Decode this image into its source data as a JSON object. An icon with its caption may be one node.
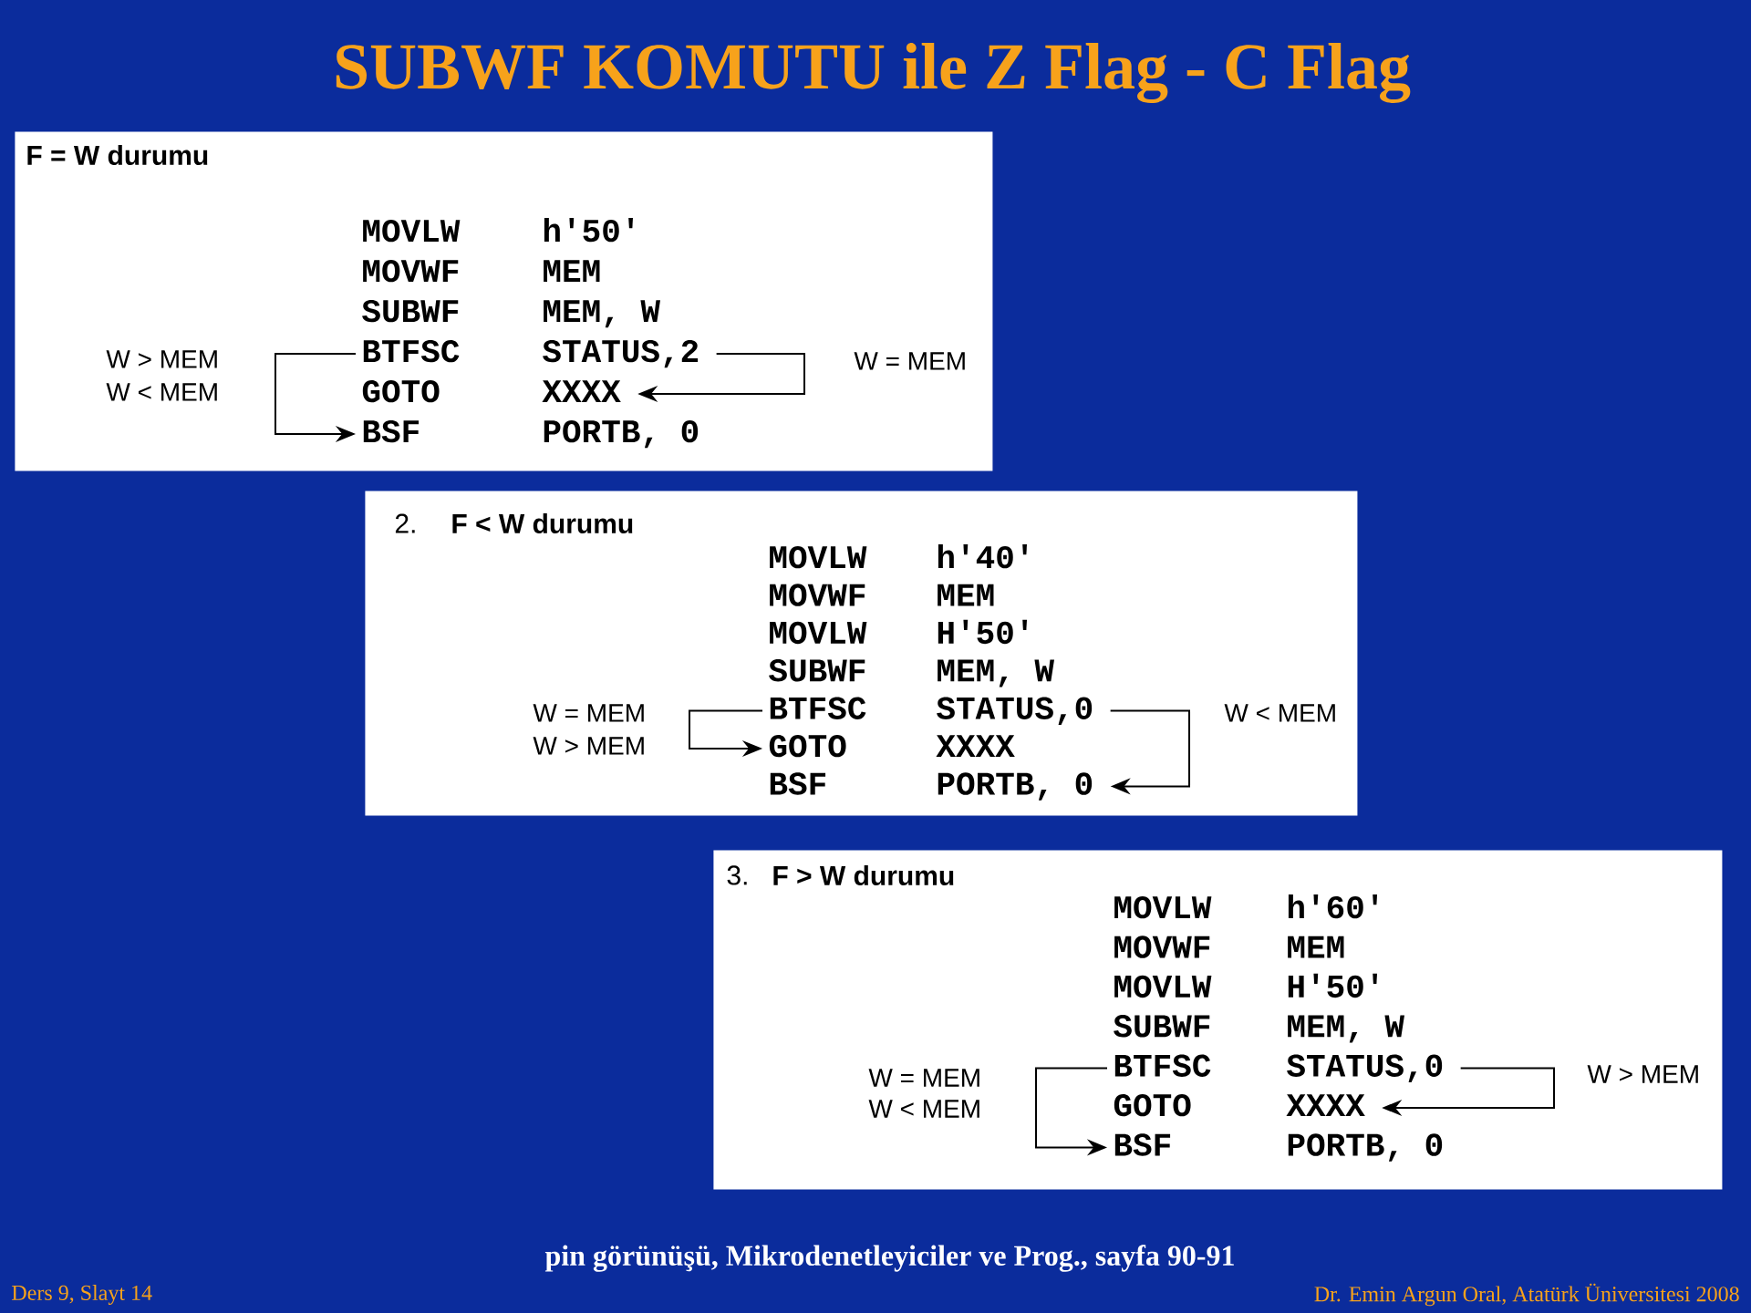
{
  "diagram": {
    "title": "SUBWF KOMUTU ile Z Flag - C Flag",
    "caption": "pin görünüşü, Mikrodenetleyiciler ve Prog., sayfa 90-91",
    "nodes": [
      {
        "text": [
          "F = W durumu"
        ]
      },
      {
        "text": [
          "MOVLW",
          "h'50'"
        ],
        "in": 0
      },
      {
        "text": [
          "MOVWF",
          "MEM"
        ],
        "in": 0
      },
      {
        "text": [
          "SUBWF",
          "MEM, W"
        ],
        "in": 0
      },
      {
        "text": [
          "BTFSC",
          "STATUS,2"
        ],
        "in": 0
      },
      {
        "text": [
          "GOTO",
          "XXXX"
        ],
        "in": 0
      },
      {
        "text": [
          "BSF",
          "PORTB, 0"
        ],
        "in": 0
      },
      {
        "text": [
          "2.",
          "F < W durumu"
        ]
      },
      {
        "text": [
          "MOVLW",
          "h'40'"
        ],
        "in": 7
      },
      {
        "text": [
          "MOVWF",
          "MEM"
        ],
        "in": 7
      },
      {
        "text": [
          "MOVLW",
          "H'50'"
        ],
        "in": 7
      },
      {
        "text": [
          "SUBWF",
          "MEM, W"
        ],
        "in": 7
      },
      {
        "text": [
          "BTFSC",
          "STATUS,0"
        ],
        "in": 7
      },
      {
        "text": [
          "GOTO",
          "XXXX"
        ],
        "in": 7
      },
      {
        "text": [
          "BSF",
          "PORTB, 0"
        ],
        "in": 7
      },
      {
        "text": [
          "3.",
          "F > W durumu"
        ]
      },
      {
        "text": [
          "MOVLW",
          "h'60'"
        ],
        "in": 15
      },
      {
        "text": [
          "MOVWF",
          "MEM"
        ],
        "in": 15
      },
      {
        "text": [
          "MOVLW",
          "H'50'"
        ],
        "in": 15
      },
      {
        "text": [
          "SUBWF",
          "MEM, W"
        ],
        "in": 15
      },
      {
        "text": [
          "BTFSC",
          "STATUS,0"
        ],
        "in": 15
      },
      {
        "text": [
          "GOTO",
          "XXXX"
        ],
        "in": 15
      },
      {
        "text": [
          "BSF",
          "PORTB, 0"
        ],
        "in": 15
      }
    ],
    "edges": [
      {
        "from": 4,
        "to": 6,
        "arrow": "to"
      },
      {
        "from": 4,
        "to": 5,
        "arrow": "to"
      },
      {
        "from": 12,
        "to": 13,
        "arrow": "to"
      },
      {
        "from": 12,
        "to": 14,
        "arrow": "to"
      },
      {
        "from": 20,
        "to": 22,
        "arrow": "to"
      },
      {
        "from": 20,
        "to": 21,
        "arrow": "to"
      }
    ],
    "labels": [
      "W > MEM",
      "W < MEM",
      "W = MEM",
      "W = MEM",
      "W > MEM",
      "W < MEM",
      "W = MEM",
      "W < MEM",
      "W > MEM",
      "Ders 9, Slayt 14",
      "Dr. Emin Argun Oral, Atatürk Üniversitesi 2008"
    ]
  }
}
